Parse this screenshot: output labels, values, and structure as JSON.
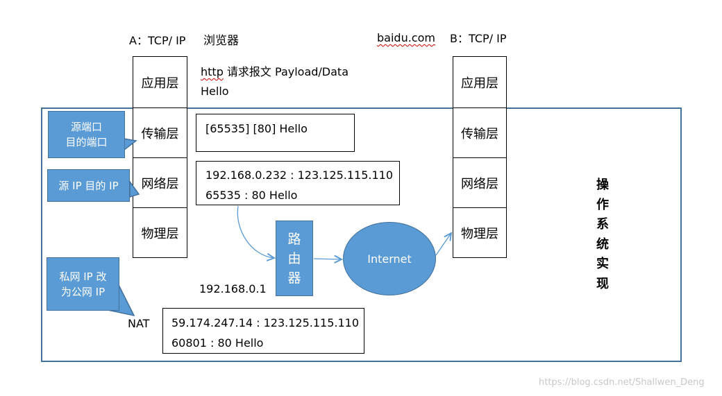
{
  "hostA": {
    "title": "A：TCP/ IP",
    "browser": "浏览器"
  },
  "hostB": {
    "title": "B：TCP/ IP",
    "domain": "baidu.com"
  },
  "layers": [
    "应用层",
    "传输层",
    "网络层",
    "物理层"
  ],
  "http": {
    "line1_prefix": "http",
    "line1_rest": " 请求报文  Payload/Data",
    "line2": "Hello"
  },
  "transport_box": {
    "line1": "[65535] [80] Hello"
  },
  "network_box": {
    "line1": "192.168.0.232 : 123.125.115.110",
    "line2": "65535 : 80 Hello"
  },
  "nat_box": {
    "line1": "59.174.247.14 : 123.125.115.110",
    "line2": "60801 : 80 Hello"
  },
  "gateway_ip": "192.168.0.1",
  "nat_label": "NAT",
  "router": {
    "chars": [
      "路",
      "由",
      "器"
    ]
  },
  "internet": "Internet",
  "os_impl": [
    "操",
    "作",
    "系",
    "统",
    "实",
    "现"
  ],
  "callouts": {
    "ports": {
      "line1": "源端口",
      "line2": "目的端口"
    },
    "ip": {
      "line1": "源 IP 目的 IP"
    },
    "nat": {
      "line1": "私网 IP 改",
      "line2": "为公网 IP"
    }
  },
  "watermark": "https://blog.csdn.net/Shallwen_Deng",
  "colors": {
    "accent_fill": "#5b9bd5",
    "accent_border": "#41719c"
  }
}
